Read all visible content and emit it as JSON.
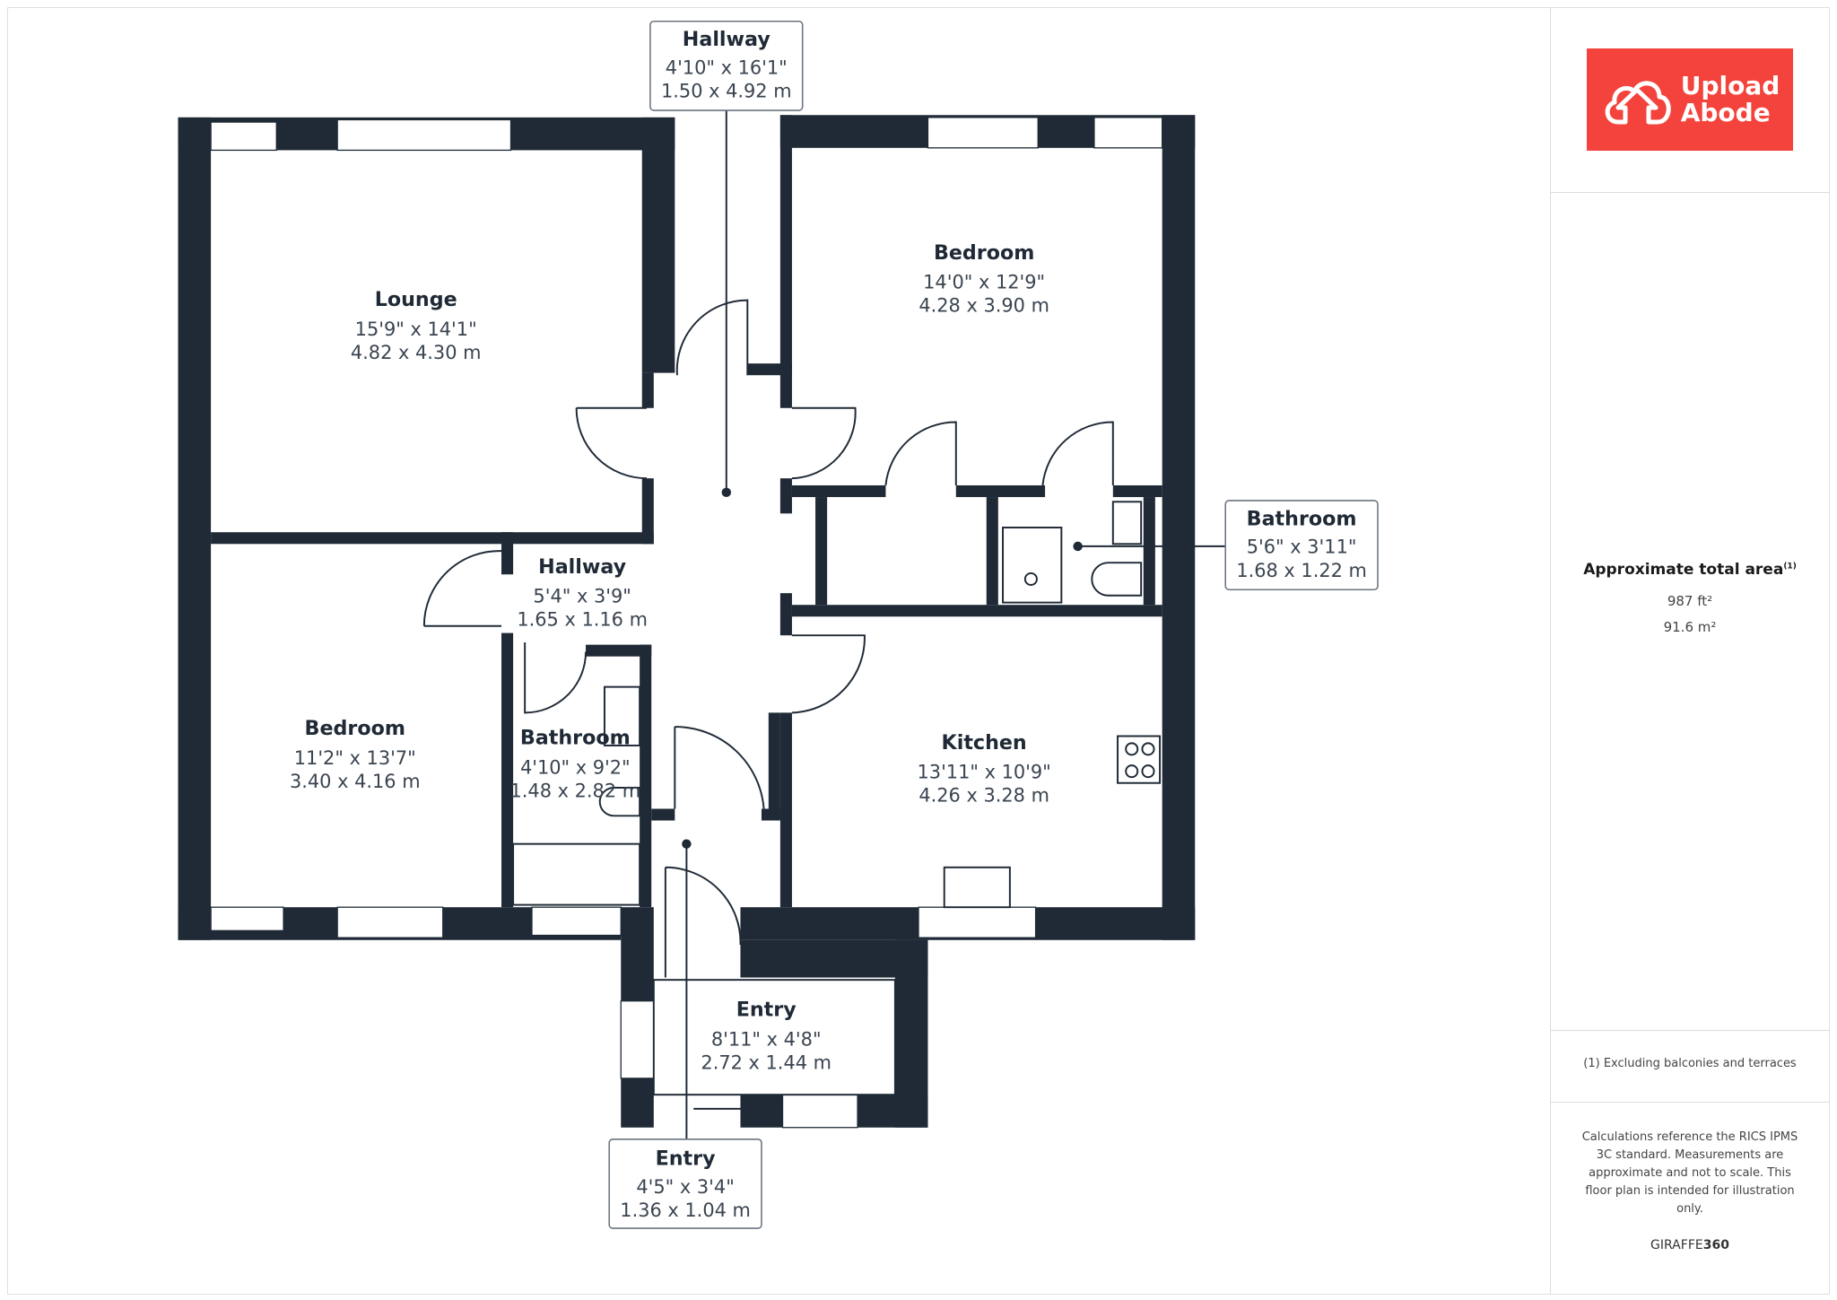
{
  "brand": {
    "name_line1": "Upload",
    "name_line2": "Abode",
    "color": "#f4433c"
  },
  "area": {
    "title": "Approximate total area",
    "footnote_mark": "(1)",
    "sqft": "987 ft²",
    "sqm": "91.6 m²"
  },
  "footnote": "(1) Excluding balconies and terraces",
  "disclaimer": "Calculations reference the RICS IPMS 3C standard. Measurements are approximate and not to scale. This floor plan is intended for illustration only.",
  "credit": {
    "a": "GIRAFFE",
    "b": "360"
  },
  "rooms": {
    "lounge": {
      "name": "Lounge",
      "imperial": "15'9\" x 14'1\"",
      "metric": "4.82 x 4.30 m"
    },
    "bedroom1": {
      "name": "Bedroom",
      "imperial": "14'0\" x 12'9\"",
      "metric": "4.28 x 3.90 m"
    },
    "bedroom2": {
      "name": "Bedroom",
      "imperial": "11'2\" x 13'7\"",
      "metric": "3.40 x 4.16 m"
    },
    "hallway_small": {
      "name": "Hallway",
      "imperial": "5'4\" x 3'9\"",
      "metric": "1.65 x 1.16 m"
    },
    "bathroom_small": {
      "name": "Bathroom",
      "imperial": "4'10\" x 9'2\"",
      "metric": "1.48 x 2.82 m"
    },
    "kitchen": {
      "name": "Kitchen",
      "imperial": "13'11\" x 10'9\"",
      "metric": "4.26 x 3.28 m"
    },
    "entry_large": {
      "name": "Entry",
      "imperial": "8'11\" x 4'8\"",
      "metric": "2.72 x 1.44 m"
    }
  },
  "callouts": {
    "hallway": {
      "name": "Hallway",
      "imperial": "4'10\" x 16'1\"",
      "metric": "1.50 x 4.92 m"
    },
    "bathroom": {
      "name": "Bathroom",
      "imperial": "5'6\" x 3'11\"",
      "metric": "1.68 x 1.22 m"
    },
    "entry": {
      "name": "Entry",
      "imperial": "4'5\" x 3'4\"",
      "metric": "1.36 x 1.04 m"
    }
  }
}
